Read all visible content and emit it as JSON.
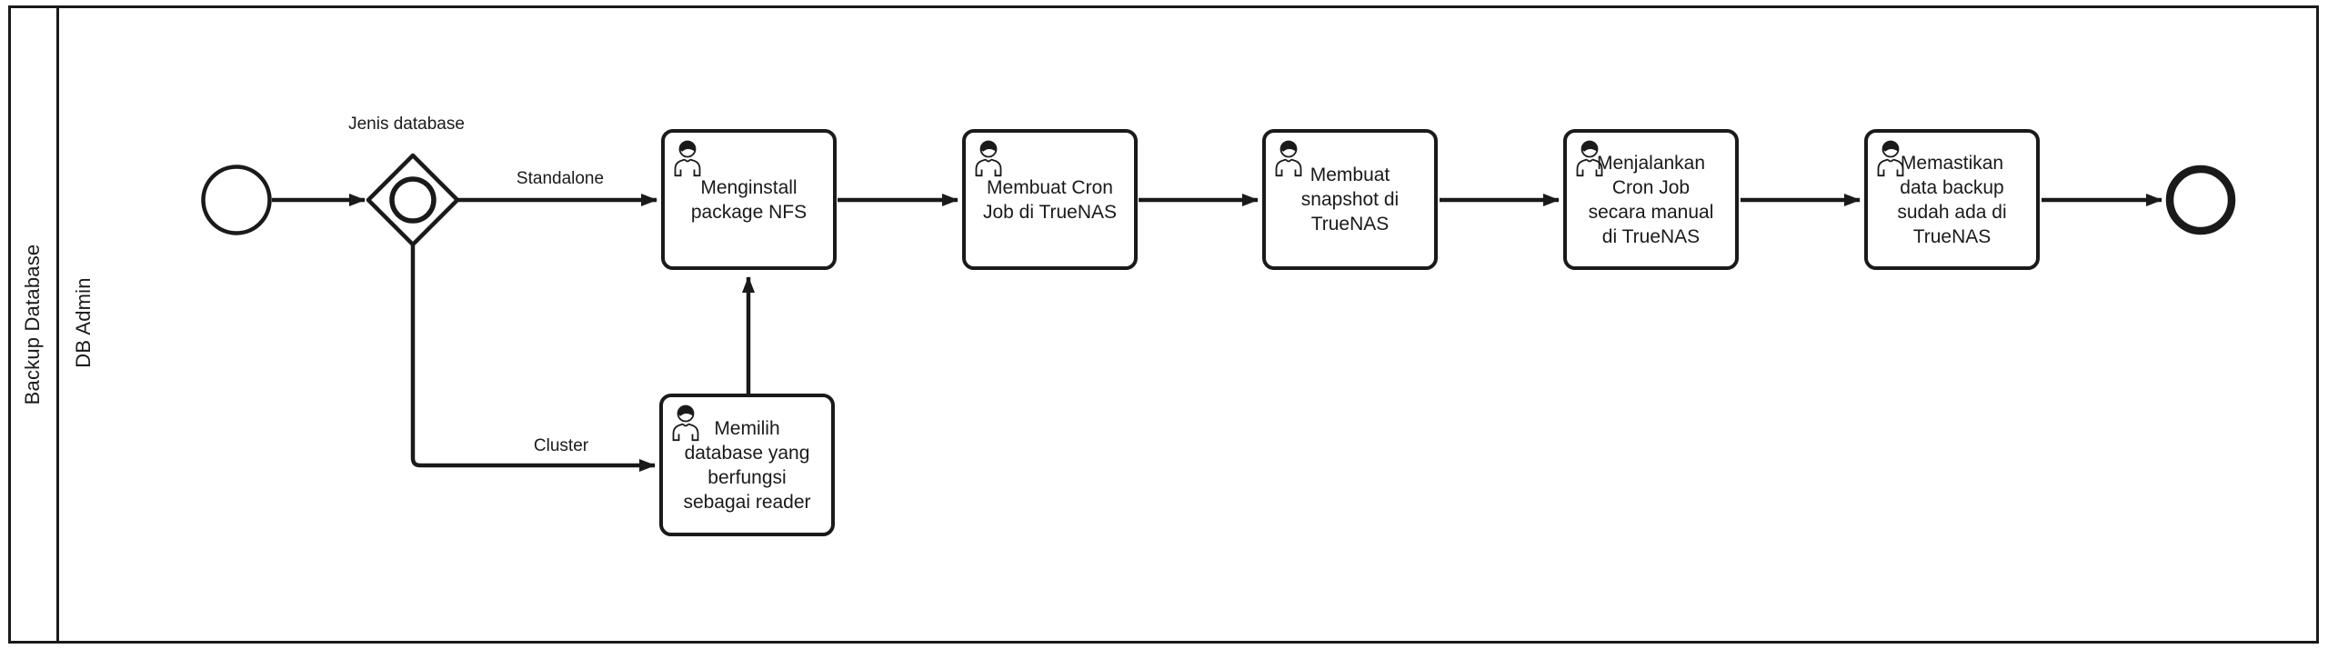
{
  "pool": {
    "label": "Backup Database"
  },
  "lane": {
    "label": "DB Admin"
  },
  "gateway": {
    "label": "Jenis database"
  },
  "flows": {
    "standalone_label": "Standalone",
    "cluster_label": "Cluster"
  },
  "tasks": [
    {
      "label": "Menginstall\npackage NFS"
    },
    {
      "label": "Membuat Cron\nJob di TrueNAS"
    },
    {
      "label": "Membuat\nsnapshot di\nTrueNAS"
    },
    {
      "label": "Menjalankan\nCron Job\nsecara manual\ndi TrueNAS"
    },
    {
      "label": "Memastikan\ndata backup\nsudah ada di\nTrueNAS"
    },
    {
      "label": "Memilih\ndatabase yang\nberfungsi\nsebagai reader"
    }
  ],
  "colors": {
    "stroke": "#1a1a1a",
    "fill": "#ffffff"
  }
}
